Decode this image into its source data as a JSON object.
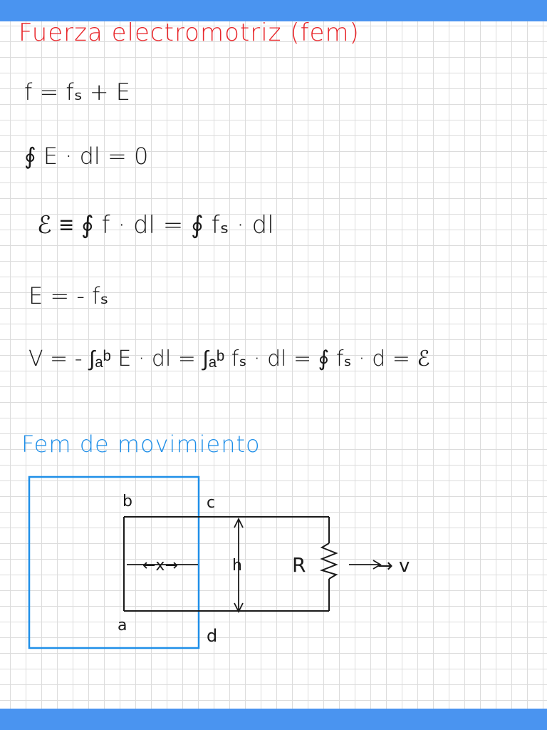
{
  "titles": {
    "main": "Fuerza electromotriz (fem)",
    "section2": "Fem de movimiento"
  },
  "equations": [
    "f = fₛ + E",
    "∮ E · dl = 0",
    "ℰ ≡ ∮ f · dl = ∮ fₛ · dl",
    "E = - fₛ",
    "V = - ∫ₐᵇ E · dl = ∫ₐᵇ fₛ · dl = ∮ fₛ · d = ℰ"
  ],
  "diagram": {
    "labels": {
      "b": "b",
      "c": "c",
      "a": "a",
      "d": "d",
      "x": "←x→",
      "h": "h",
      "R": "R",
      "v": "→ v"
    }
  },
  "colors": {
    "header_bar": "#4a94f0",
    "title_red": "#e8262a",
    "title_blue": "#1f8fe8",
    "ink": "#1a1a1a",
    "grid": "#dcdcdc"
  }
}
